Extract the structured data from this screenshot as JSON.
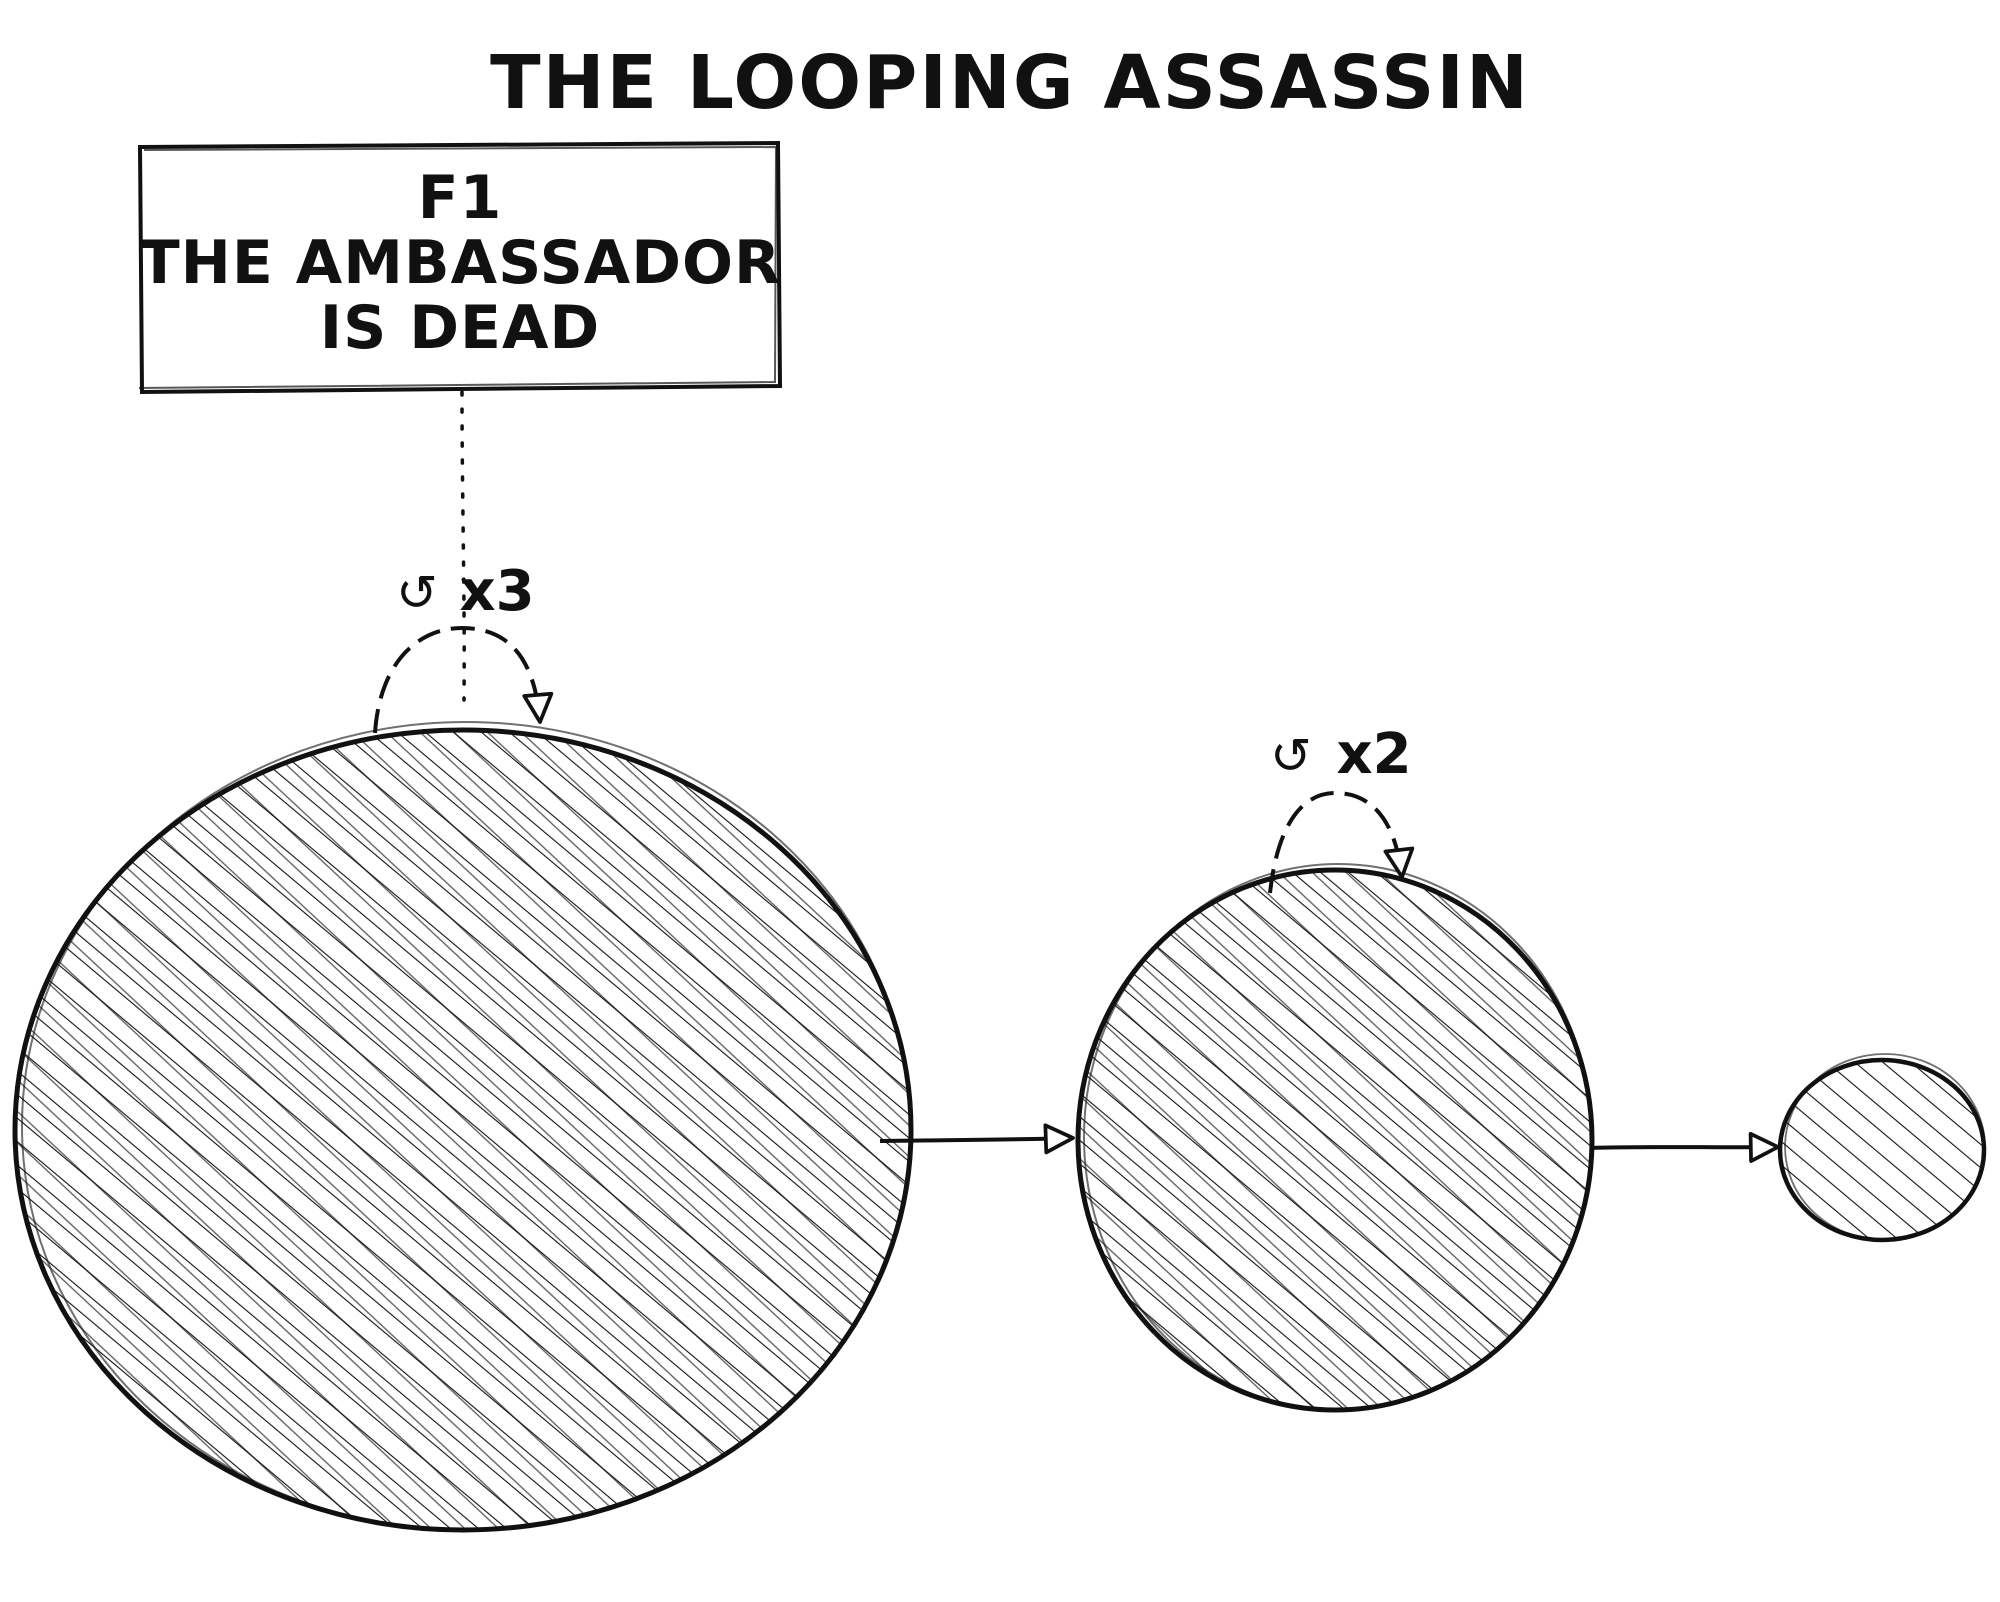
{
  "diagram": {
    "title": "THE LOOPING ASSASSIN",
    "note": {
      "lines": [
        "F1",
        "THE AMBASSADOR",
        "IS DEAD"
      ]
    },
    "loops": [
      {
        "glyph": "↺",
        "count_label": "x3"
      },
      {
        "glyph": "↺",
        "count_label": "x2"
      }
    ],
    "nodes": [
      {
        "id": "node-large",
        "fill": "hatched"
      },
      {
        "id": "node-medium",
        "fill": "hatched"
      },
      {
        "id": "node-small",
        "fill": "hatched"
      }
    ],
    "edges": [
      {
        "from": "node-large",
        "to": "node-medium"
      },
      {
        "from": "node-medium",
        "to": "node-small"
      }
    ],
    "colors": {
      "stroke": "#111111",
      "background": "#ffffff"
    }
  }
}
